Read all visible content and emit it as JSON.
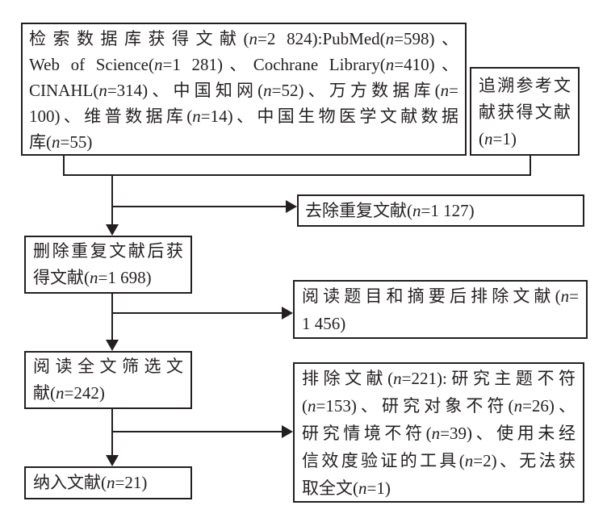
{
  "figure": {
    "type": "literature-screening-flowchart",
    "colors": {
      "line": "#231f20",
      "text": "#231f20",
      "background": "#ffffff"
    },
    "boxes": {
      "search": {
        "lines": [
          "检索数据库获得文献(n=2 824):PubMed(n=598)、",
          "Web of Science(n=1 281)、Cochrane Library(n=410)、",
          "CINAHL(n=314)、中国知网(n=52)、万方数据库(n=",
          "100)、维普数据库(n=14)、中国生物医学文献数据",
          "库(n=55)"
        ]
      },
      "tracing": {
        "lines": [
          "追溯参考文",
          "献获得文献",
          "(n=1)"
        ]
      },
      "duplicates_removed": {
        "lines": [
          "去除重复文献(n=1 127)"
        ]
      },
      "after_dedup": {
        "lines": [
          "删除重复文献后获",
          "得文献(n=1 698)"
        ]
      },
      "title_abstract_excluded": {
        "lines": [
          "阅读题目和摘要后排除文献(n=",
          "1 456)"
        ]
      },
      "fulltext_screened": {
        "lines": [
          "阅读全文筛选文",
          "献(n=242)"
        ]
      },
      "fulltext_excluded": {
        "lines": [
          "排除文献(n=221):研究主题不符",
          "(n=153)、研究对象不符(n=26)、",
          "研究情境不符(n=39)、使用未经",
          "信效度验证的工具(n=2)、无法获",
          "取全文(n=1)"
        ]
      },
      "included": {
        "lines": [
          "纳入文献(n=21)"
        ]
      }
    }
  }
}
